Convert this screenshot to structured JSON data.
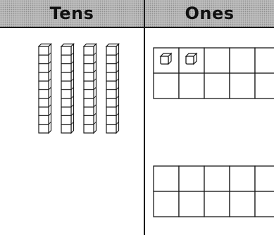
{
  "headers": {
    "tens": "Tens",
    "ones": "Ones"
  },
  "model": {
    "tens_rods": 4,
    "cubes_per_rod": 10,
    "ones_cubes": 2
  },
  "colors": {
    "header_bg": "#bdbdbd",
    "line": "#1a1a1a"
  }
}
